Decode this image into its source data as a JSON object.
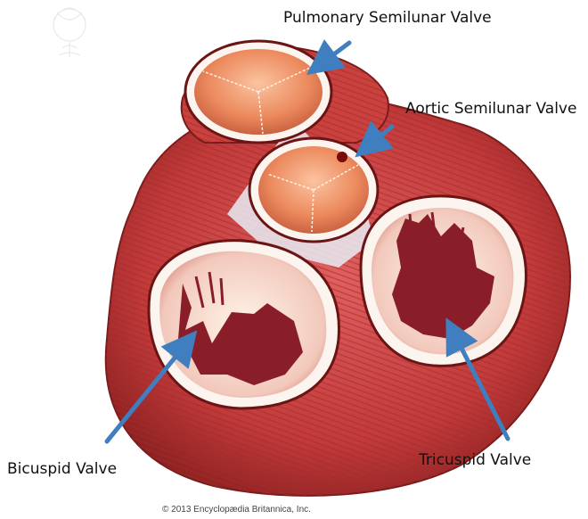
{
  "labels": {
    "pulmonary": "Pulmonary Semilunar Valve",
    "aortic": "Aortic Semilunar Valve",
    "bicuspid": "Bicuspid Valve",
    "tricuspid": "Tricuspid Valve"
  },
  "copyright": "© 2013 Encyclopædia Britannica, Inc.",
  "colors": {
    "arrow": "#3f7fc0",
    "muscle": "#c23c3c",
    "valve_chamber": "#f6dcd6",
    "leaflet": "#e2744e",
    "tissue": "#8a1e28"
  }
}
